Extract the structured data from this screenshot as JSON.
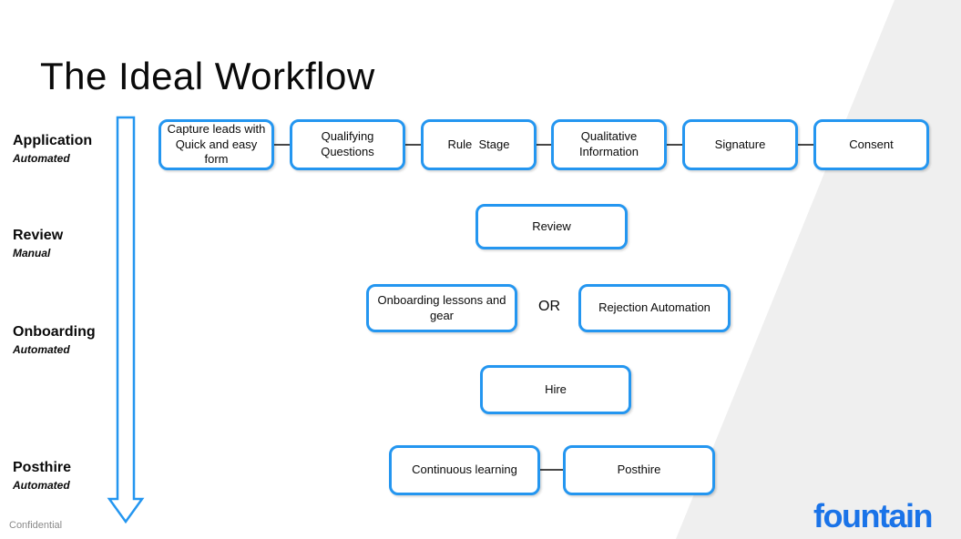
{
  "slide": {
    "title": "The Ideal Workflow",
    "confidential": "Confidential",
    "brand": "fountain"
  },
  "stages": [
    {
      "name": "Application",
      "mode": "Automated"
    },
    {
      "name": "Review",
      "mode": "Manual"
    },
    {
      "name": "Onboarding",
      "mode": "Automated"
    },
    {
      "name": "Posthire",
      "mode": "Automated"
    }
  ],
  "workflow": {
    "application_row": [
      "Capture leads with Quick and easy form",
      "Qualifying Questions",
      "Rule  Stage",
      "Qualitative Information",
      "Signature",
      "Consent"
    ],
    "review_box": "Review",
    "onboarding_row": {
      "left": "Onboarding lessons and gear",
      "connector": "OR",
      "right": "Rejection Automation"
    },
    "hire_box": "Hire",
    "posthire_row": {
      "left": "Continuous learning",
      "right": "Posthire"
    }
  },
  "colors": {
    "box_border_blue": "#2496F0",
    "arrow_blue": "#2496F0",
    "brand_blue": "#1A73E8",
    "connector_gray": "#474747",
    "background_wedge_gray": "#EFEFEF"
  }
}
